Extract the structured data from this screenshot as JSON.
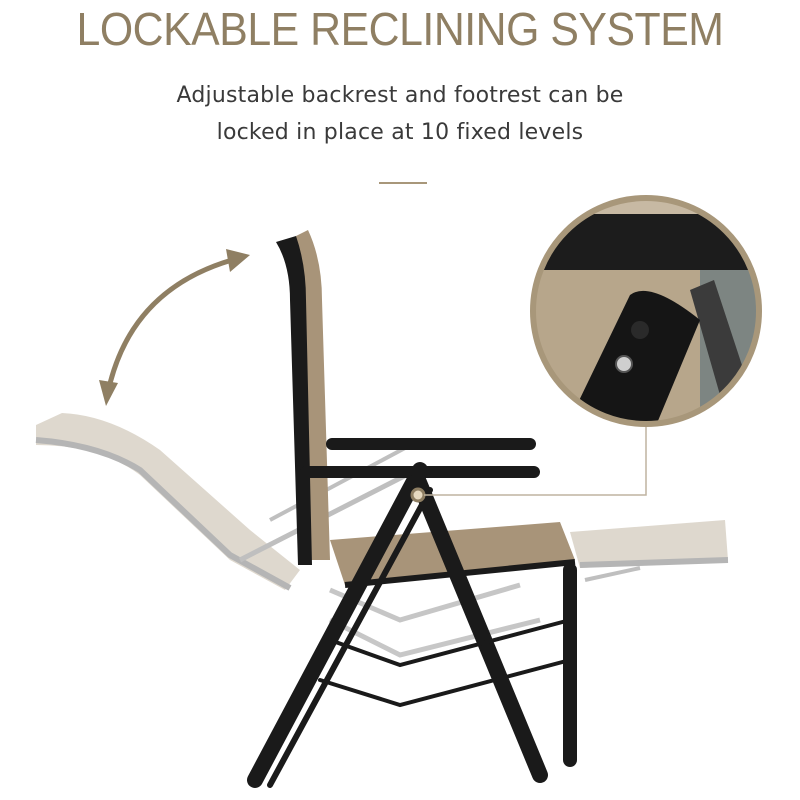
{
  "banner": {
    "title": "LOCKABLE RECLINING SYSTEM",
    "subtitle_line1": "Adjustable backrest and footrest can be",
    "subtitle_line2": "locked in place at 10 fixed levels"
  },
  "illustration": {
    "subject": "folding reclining lounge chair",
    "fabric_color": "#a89479",
    "frame_color": "#1a1a1a",
    "ghost_fabric_color": "#d9d2c6",
    "ghost_frame_color": "#a9a9a9",
    "accent_color": "#8f7f63",
    "arrow_icon": "curved-double-arrow-icon",
    "inset": "lock-mechanism-closeup"
  }
}
